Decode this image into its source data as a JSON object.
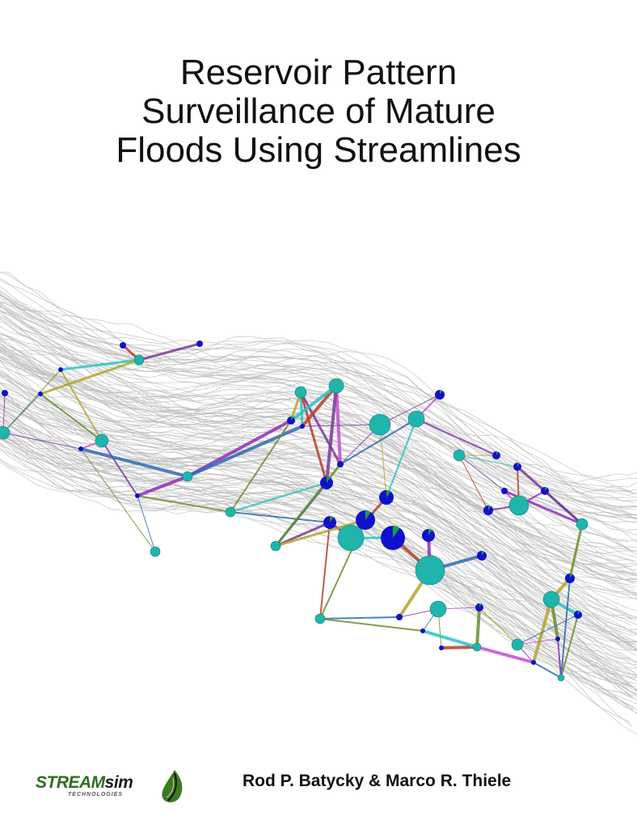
{
  "book": {
    "title_lines": [
      "Reservoir Pattern",
      "Surveillance of Mature",
      "Floods Using Streamlines"
    ],
    "authors": "Rod P. Batycky & Marco R. Thiele"
  },
  "publisher_logo": {
    "word_main": "STREAM",
    "word_accent": "sim",
    "tagline": "TECHNOLOGIES",
    "colors": {
      "green": "#2d6e1f",
      "dark": "#1b1b1b"
    }
  },
  "figure": {
    "colors": {
      "streamline": "#b9b9b9",
      "injector": "#1fb5ad",
      "producer": "#1010cc",
      "oil_slice": "#1aa03c",
      "connections": [
        "#8e2fb8",
        "#2f6bb5",
        "#6a8f2a",
        "#b5a62a",
        "#2ac4c4",
        "#b5402a",
        "#7a3a9a",
        "#c44fcf"
      ]
    }
  }
}
